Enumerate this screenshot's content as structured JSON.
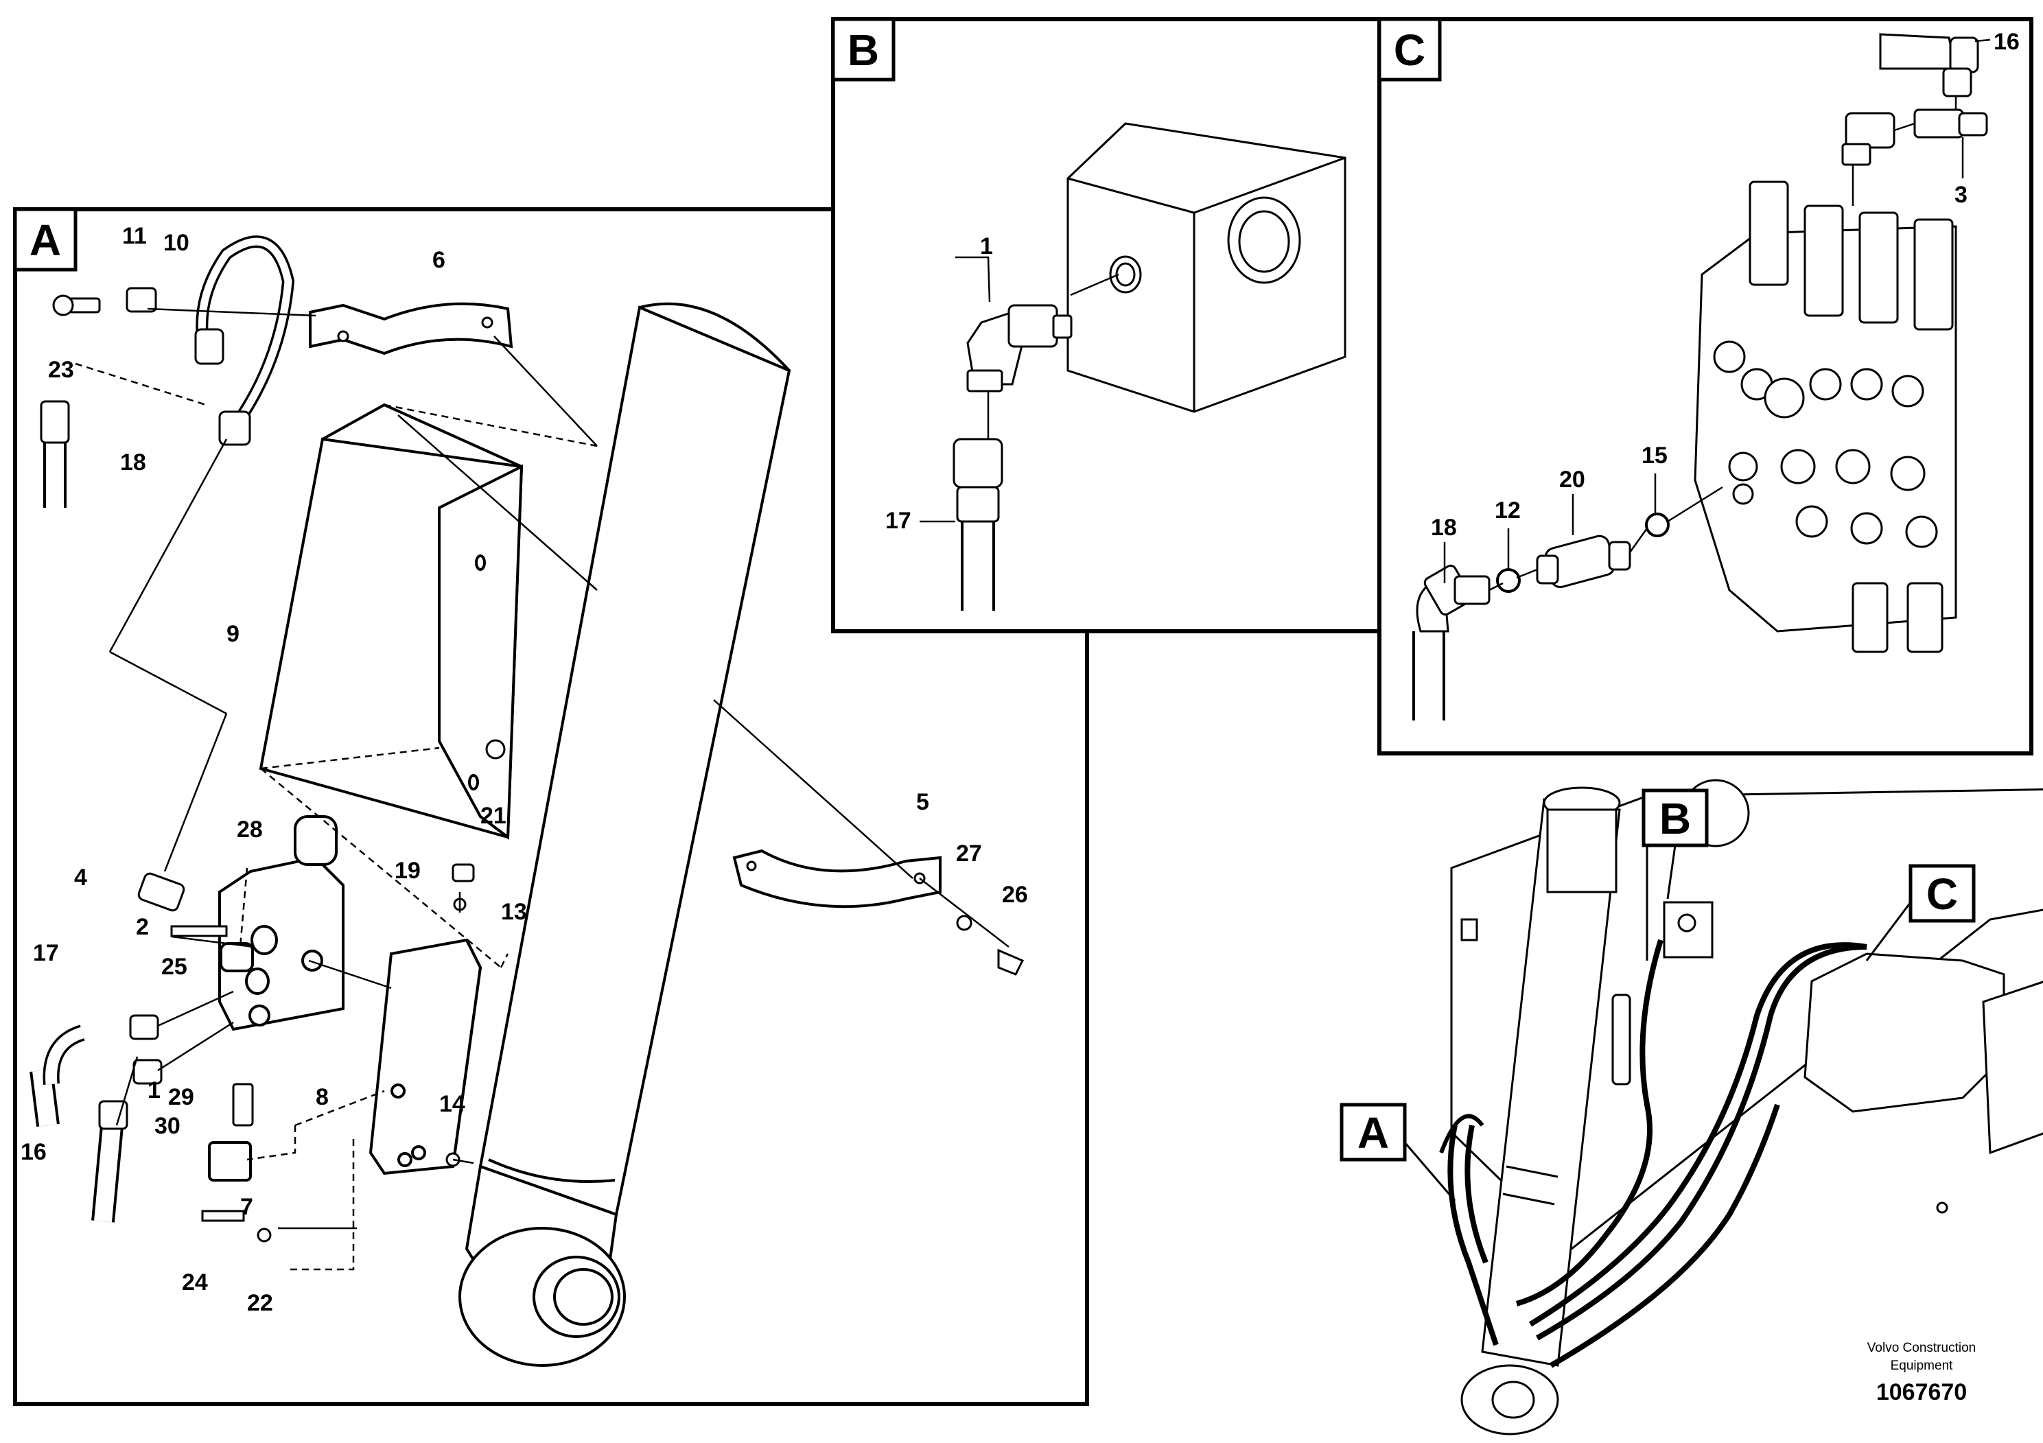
{
  "panels": {
    "A": {
      "letter": "A"
    },
    "B": {
      "letter": "B"
    },
    "C": {
      "letter": "C"
    }
  },
  "overview": {
    "tags": {
      "A": "A",
      "B": "B",
      "C": "C"
    }
  },
  "callouts_a": {
    "c1": "1",
    "c2": "2",
    "c4": "4",
    "c5": "5",
    "c6": "6",
    "c7": "7",
    "c8": "8",
    "c9": "9",
    "c10": "10",
    "c11": "11",
    "c13": "13",
    "c14": "14",
    "c16": "16",
    "c17": "17",
    "c18": "18",
    "c19": "19",
    "c21": "21",
    "c22": "22",
    "c23": "23",
    "c24": "24",
    "c25": "25",
    "c26": "26",
    "c27": "27",
    "c28": "28",
    "c29": "29",
    "c30": "30"
  },
  "callouts_b": {
    "c1": "1",
    "c17": "17"
  },
  "callouts_c": {
    "c3": "3",
    "c12": "12",
    "c15": "15",
    "c16": "16",
    "c18": "18",
    "c20": "20"
  },
  "footer": {
    "company_line1": "Volvo Construction",
    "company_line2": "Equipment",
    "drawing_number": "1067670"
  }
}
